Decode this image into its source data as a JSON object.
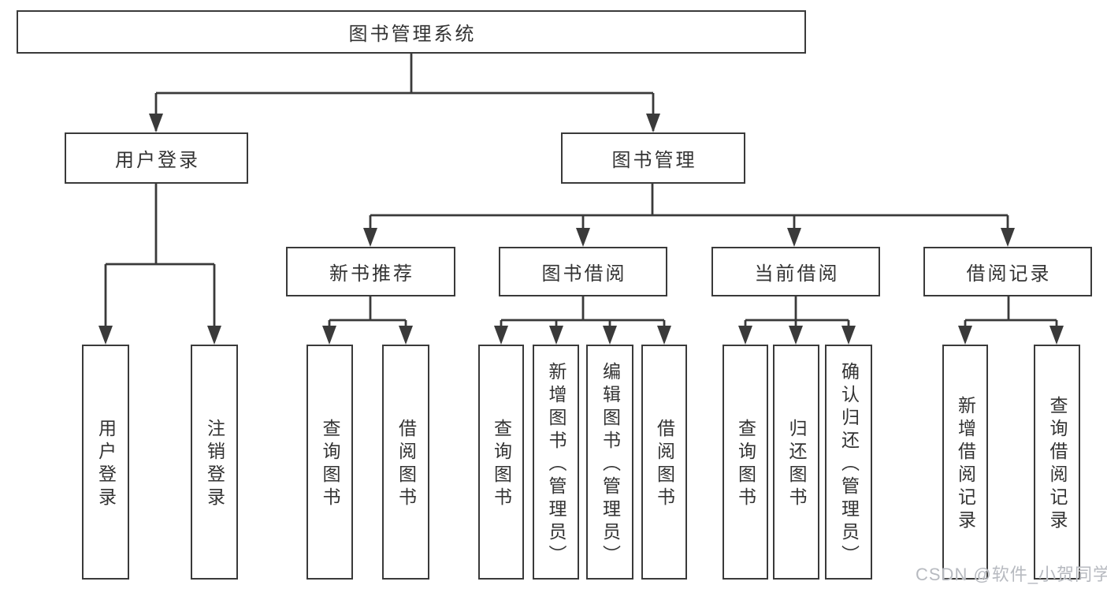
{
  "tree": {
    "label": "图书管理系统",
    "children": [
      {
        "label": "用户登录",
        "children": [
          {
            "label": "用户登录"
          },
          {
            "label": "注销登录"
          }
        ]
      },
      {
        "label": "图书管理",
        "children": [
          {
            "label": "新书推荐",
            "children": [
              {
                "label": "查询图书"
              },
              {
                "label": "借阅图书"
              }
            ]
          },
          {
            "label": "图书借阅",
            "children": [
              {
                "label": "查询图书"
              },
              {
                "label": "新增图书（管理员）"
              },
              {
                "label": "编辑图书（管理员）"
              },
              {
                "label": "借阅图书"
              }
            ]
          },
          {
            "label": "当前借阅",
            "children": [
              {
                "label": "查询图书"
              },
              {
                "label": "归还图书"
              },
              {
                "label": "确认归还（管理员）"
              }
            ]
          },
          {
            "label": "借阅记录",
            "children": [
              {
                "label": "新增借阅记录"
              },
              {
                "label": "查询借阅记录"
              }
            ]
          }
        ]
      }
    ]
  },
  "watermark": "CSDN @软件_小贺同学",
  "colors": {
    "line": "#3a3a3a",
    "text": "#333333",
    "watermark": "#b7bac0",
    "background": "#ffffff"
  }
}
